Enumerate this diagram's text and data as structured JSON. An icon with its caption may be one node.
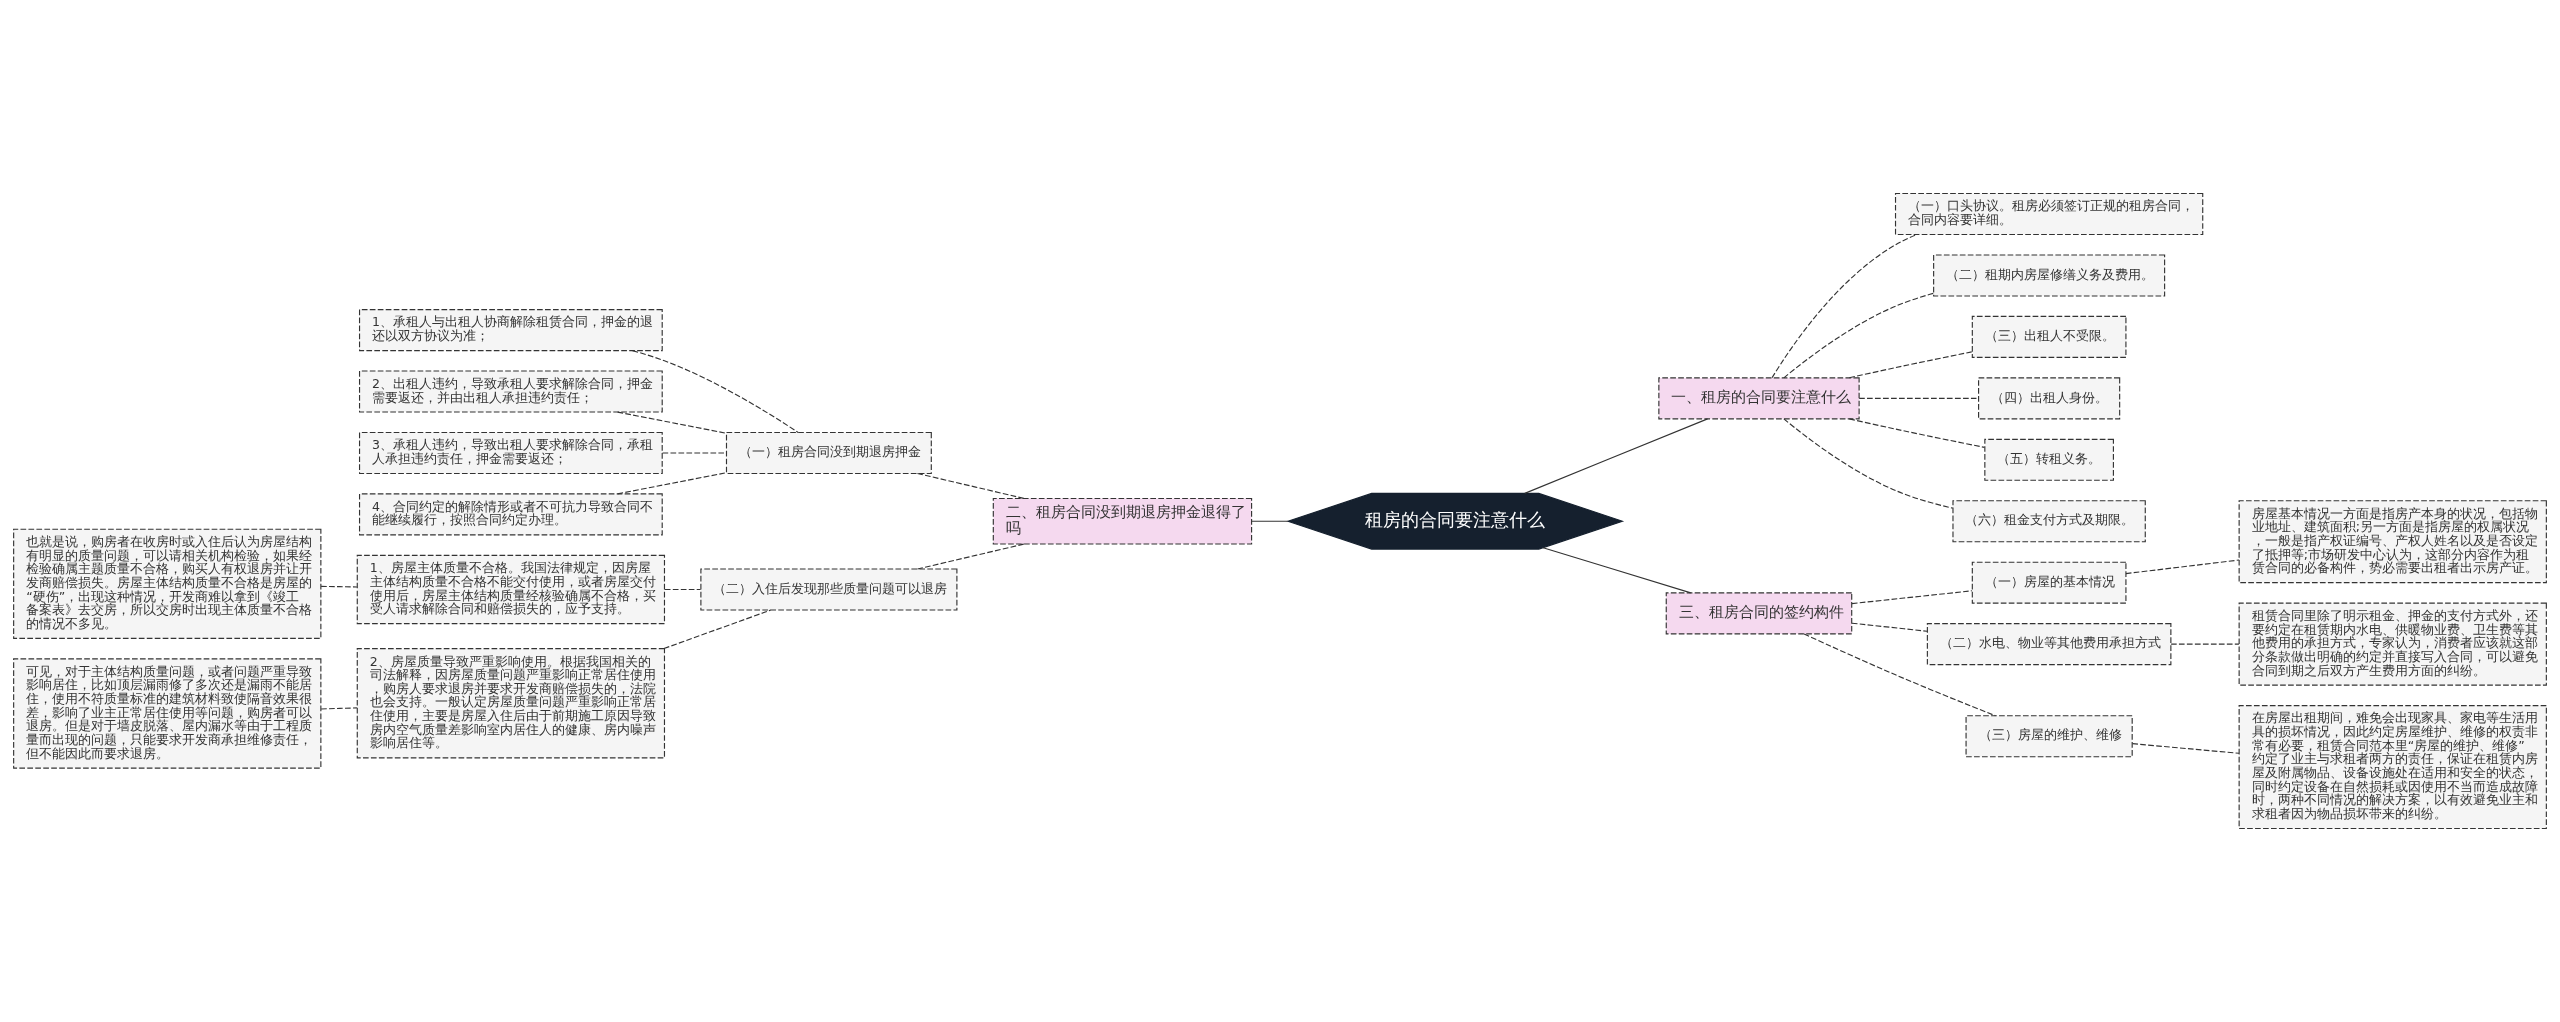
{
  "diagram": {
    "nodes": [
      {
        "text": [
          "租房的合同要注意什么"
        ]
      },
      {
        "text": [
          "一、租房的合同要注意什么"
        ]
      },
      {
        "text": [
          "（一）口头协议。租房必须签订正规的租房合同，合同内容要详细。"
        ]
      },
      {
        "text": [
          "（二）租期内房屋修缮义务及费用。"
        ]
      },
      {
        "text": [
          "（三）出租人不受限。"
        ]
      },
      {
        "text": [
          "（四）出租人身份。"
        ]
      },
      {
        "text": [
          "（五）转租义务。"
        ]
      },
      {
        "text": [
          "（六）租金支付方式及期限。"
        ]
      },
      {
        "text": [
          "二、租房合同没到期退房押金退得了吗"
        ]
      },
      {
        "text": [
          "（一）租房合同没到期退房押金"
        ]
      },
      {
        "text": [
          "1、承租人与出租人协商解除租赁合同，押金的退还以双方协议为准；"
        ]
      },
      {
        "text": [
          "2、出租人违约，导致承租人要求解除合同，押金需要返还，并由出租人承担违约责任；"
        ]
      },
      {
        "text": [
          "3、承租人违约，导致出租人要求解除合同，承租人承担违约责任，押金需要返还；"
        ]
      },
      {
        "text": [
          "4、合同约定的解除情形或者不可抗力导致合同不能继续履行，按照合同约定办理。"
        ]
      },
      {
        "text": [
          "（二）入住后发现那些质量问题可以退房"
        ]
      },
      {
        "text": [
          "1、房屋主体质量不合格。我国法律规定，因房屋主体结构质量不合格不能交付使用，或者房屋交付使用后，房屋主体结构质量经核验确属不合格，买受人请求解除合同和赔偿损失的，应予支持。"
        ]
      },
      {
        "text": [
          "也就是说，购房者在收房时或入住后认为房屋结构有明显的质量问题，可以请相关机构检验，如果经检验确属主题质量不合格，购买人有权退房并让开发商赔偿损失。房屋主体结构质量不合格是房屋的“硬伤”，出现这种情况，开发商难以拿到《竣工备案表》去交房，所以交房时出现主体质量不合格的情况不多见。"
        ]
      },
      {
        "text": [
          "2、房屋质量导致严重影响使用。根据我国相关的司法解释，因房屋质量问题严重影响正常居住使用，购房人要求退房并要求开发商赔偿损失的，法院也会支持。一般认定房屋质量问题严重影响正常居住使用，主要是房屋入住后由于前期施工原因导致房内空气质量差影响室内居住人的健康、房内噪声影响居住等。"
        ]
      },
      {
        "text": [
          "可见，对于主体结构质量问题，或者问题严重导致影响居住，比如顶层漏雨修了多次还是漏雨不能居住，使用不符质量标准的建筑材料致使隔音效果很差，影响了业主正常居住使用等问题，购房者可以退房。但是对于墙皮脱落、屋内漏水等由于工程质量而出现的问题，只能要求开发商承担维修责任，但不能因此而要求退房。"
        ]
      },
      {
        "text": [
          "三、租房合同的签约构件"
        ]
      },
      {
        "text": [
          "（一）房屋的基本情况"
        ]
      },
      {
        "text": [
          "房屋基本情况一方面是指房产本身的状况，包括物业地址、建筑面积;另一方面是指房屋的权属状况，一般是指产权证编号、产权人姓名以及是否设定了抵押等;市场研发中心认为，这部分内容作为租赁合同的必备构件，势必需要出租者出示房产证。"
        ]
      },
      {
        "text": [
          "（二）水电、物业等其他费用承担方式"
        ]
      },
      {
        "text": [
          "租赁合同里除了明示租金、押金的支付方式外，还要约定在租赁期内水电、供暖物业费、卫生费等其他费用的承担方式，专家认为，消费者应该就这部分条款做出明确的约定并直接写入合同，可以避免合同到期之后双方产生费用方面的纠纷。"
        ]
      },
      {
        "text": [
          "（三）房屋的维护、维修"
        ]
      },
      {
        "text": [
          "在房屋出租期间，难免会出现家具、家电等生活用具的损坏情况，因此约定房屋维护、维修的权责非常有必要，租赁合同范本里“房屋的维护、维修”约定了业主与求租者两方的责任，保证在租赁内房屋及附属物品、设备设施处在适用和安全的状态，同时约定设备在自然损耗或因使用不当而造成故障时，两种不同情况的解决方案，以有效避免业主和求租者因为物品损坏带来的纠纷。"
        ]
      }
    ],
    "edges": [
      {
        "from": 0,
        "to": 1,
        "arrow": "none"
      },
      {
        "from": 1,
        "to": 2,
        "arrow": "none",
        "style": "dashed"
      },
      {
        "from": 1,
        "to": 3,
        "arrow": "none",
        "style": "dashed"
      },
      {
        "from": 1,
        "to": 4,
        "arrow": "none",
        "style": "dashed"
      },
      {
        "from": 1,
        "to": 5,
        "arrow": "none",
        "style": "dashed"
      },
      {
        "from": 1,
        "to": 6,
        "arrow": "none",
        "style": "dashed"
      },
      {
        "from": 1,
        "to": 7,
        "arrow": "none",
        "style": "dashed"
      },
      {
        "from": 0,
        "to": 8,
        "arrow": "none"
      },
      {
        "from": 8,
        "to": 9,
        "arrow": "none",
        "style": "dashed"
      },
      {
        "from": 9,
        "to": 10,
        "arrow": "none",
        "style": "dashed"
      },
      {
        "from": 9,
        "to": 11,
        "arrow": "none",
        "style": "dashed"
      },
      {
        "from": 9,
        "to": 12,
        "arrow": "none",
        "style": "dashed"
      },
      {
        "from": 9,
        "to": 13,
        "arrow": "none",
        "style": "dashed"
      },
      {
        "from": 8,
        "to": 14,
        "arrow": "none",
        "style": "dashed"
      },
      {
        "from": 14,
        "to": 15,
        "arrow": "none",
        "style": "dashed"
      },
      {
        "from": 15,
        "to": 16,
        "arrow": "none",
        "style": "dashed"
      },
      {
        "from": 14,
        "to": 17,
        "arrow": "none",
        "style": "dashed"
      },
      {
        "from": 17,
        "to": 18,
        "arrow": "none",
        "style": "dashed"
      },
      {
        "from": 0,
        "to": 19,
        "arrow": "none"
      },
      {
        "from": 19,
        "to": 20,
        "arrow": "none",
        "style": "dashed"
      },
      {
        "from": 20,
        "to": 21,
        "arrow": "none",
        "style": "dashed"
      },
      {
        "from": 19,
        "to": 22,
        "arrow": "none",
        "style": "dashed"
      },
      {
        "from": 22,
        "to": 23,
        "arrow": "none",
        "style": "dashed"
      },
      {
        "from": 19,
        "to": 24,
        "arrow": "none",
        "style": "dashed"
      },
      {
        "from": 24,
        "to": 25,
        "arrow": "none",
        "style": "dashed"
      }
    ]
  }
}
